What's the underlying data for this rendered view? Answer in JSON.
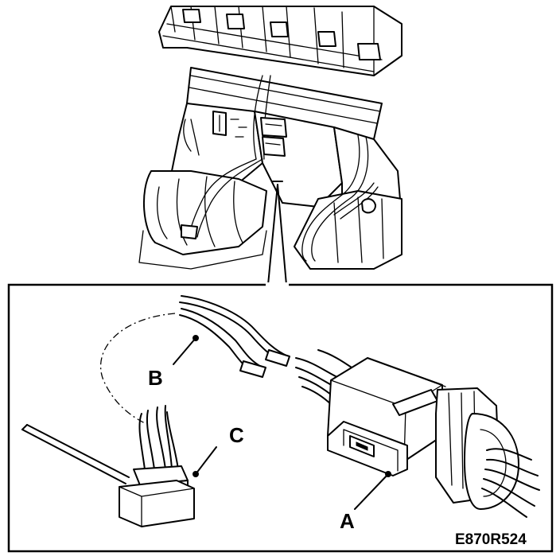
{
  "figure": {
    "figure_id": "E870R524",
    "callouts": {
      "a": "A",
      "b": "B",
      "c": "C"
    }
  }
}
